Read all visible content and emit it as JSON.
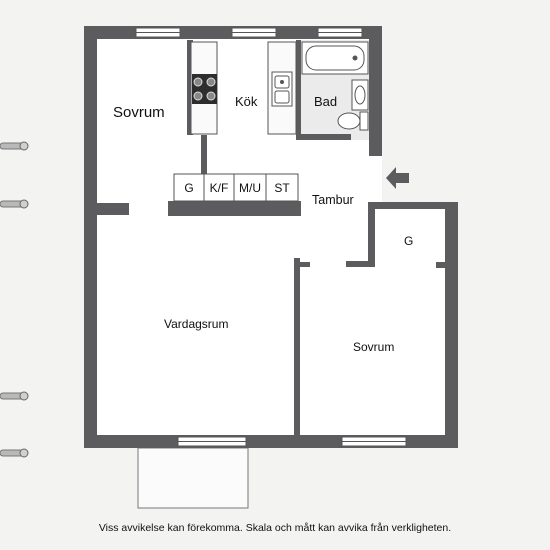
{
  "floorplan": {
    "rooms": {
      "sovrum_nw": "Sovrum",
      "kok": "Kök",
      "bad": "Bad",
      "tambur": "Tambur",
      "vardagsrum": "Vardagsrum",
      "sovrum_se": "Sovrum",
      "garderob": "G"
    },
    "closets": [
      "G",
      "K/F",
      "M/U",
      "ST"
    ],
    "entrance_icon": "entrance-arrow-icon"
  },
  "caption": "Viss avvikelse kan förekomma. Skala och mått kan avvika från verkligheten.",
  "colors": {
    "wall": "#5c5c5e",
    "floor": "#ffffff",
    "background": "#f3f3f1",
    "bathroom_floor": "#e9e9e9"
  }
}
